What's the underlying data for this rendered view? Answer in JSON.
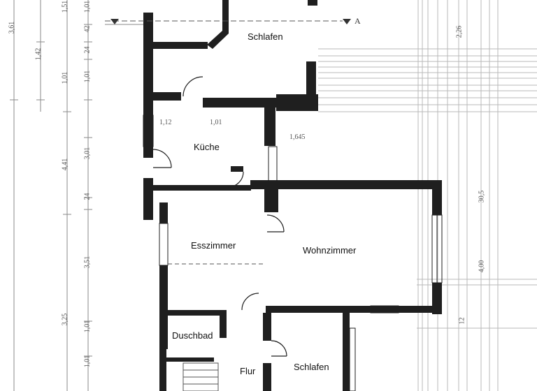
{
  "colors": {
    "wall": "#1f1f1f",
    "dimension_line": "#8a8a8a",
    "paper": "#ffffff"
  },
  "rooms": {
    "schlafen_top": "Schlafen",
    "kueche": "Küche",
    "esszimmer": "Esszimmer",
    "wohnzimmer": "Wohnzimmer",
    "duschbad": "Duschbad",
    "flur": "Flur",
    "schlafen_bottom": "Schlafen"
  },
  "dimensions": {
    "left_outer": [
      "3,61",
      "1,42",
      "1,51",
      "1,01"
    ],
    "left_inner": [
      "1,01",
      "42",
      "24",
      "1,01",
      "3,01",
      "24",
      "3,51",
      "1,01",
      "1,01"
    ],
    "left_total": "4,41",
    "left_lower": "3,25",
    "kitchen_a": "1,12",
    "kitchen_b": "1,01",
    "kitchen_c": "1,645",
    "right": [
      "2,26",
      "30,5",
      "4,00",
      "12"
    ]
  },
  "section_marker": "A"
}
